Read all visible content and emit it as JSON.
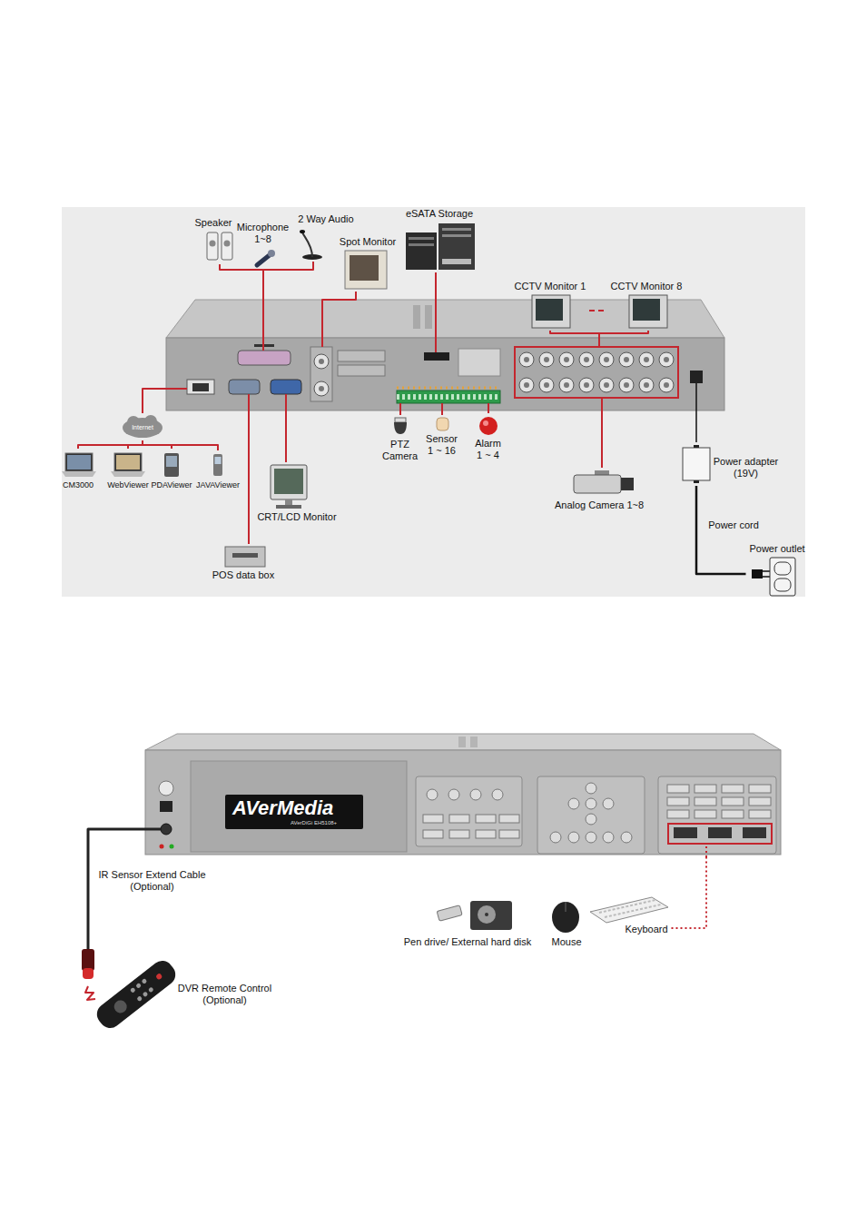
{
  "diagram": {
    "nodes": [
      {
        "text": [
          "Speaker"
        ]
      },
      {
        "text": [
          "Microphone 1~8"
        ]
      },
      {
        "text": [
          "2 Way Audio"
        ]
      },
      {
        "text": [
          "eSATA Storage"
        ]
      },
      {
        "text": [
          "Spot Monitor"
        ]
      },
      {
        "text": [
          "CCTV Monitor 1"
        ]
      },
      {
        "text": [
          "CCTV Monitor 8"
        ]
      },
      {
        "text": []
      },
      {
        "text": [
          "Internet"
        ]
      },
      {
        "text": [
          "PTZ Camera"
        ]
      },
      {
        "text": [
          "Sensor 1 ~ 16"
        ]
      },
      {
        "text": [
          "Alarm 1 ~ 4"
        ]
      },
      {
        "text": [
          "Power adapter (19V)"
        ]
      },
      {
        "text": [
          "CM3000"
        ]
      },
      {
        "text": [
          "WebViewer"
        ]
      },
      {
        "text": [
          "PDAViewer"
        ]
      },
      {
        "text": [
          "JAVAViewer"
        ]
      },
      {
        "text": [
          "CRT/LCD Monitor"
        ]
      },
      {
        "text": [
          "Analog Camera 1~8"
        ]
      },
      {
        "text": [
          "Power outlet"
        ]
      },
      {
        "text": [
          "POS data box"
        ]
      },
      {
        "text": [
          "AVerMedia",
          "AVerDiGi EH5108+"
        ]
      },
      {
        "text": [
          "IR Sensor Extend Cable (Optional)"
        ]
      },
      {
        "text": [
          "Pen drive/ External hard disk"
        ]
      },
      {
        "text": [
          "Mouse"
        ]
      },
      {
        "text": [
          "Keyboard"
        ]
      },
      {
        "text": [
          "DVR Remote Control (Optional)"
        ]
      }
    ],
    "edges": [
      {
        "from": 0,
        "to": 7,
        "arrow": "none"
      },
      {
        "from": 1,
        "to": 7,
        "arrow": "none"
      },
      {
        "from": 2,
        "to": 7,
        "arrow": "none"
      },
      {
        "from": 3,
        "to": 7,
        "arrow": "none"
      },
      {
        "from": 4,
        "to": 7,
        "arrow": "none"
      },
      {
        "from": 5,
        "to": 6,
        "arrow": "none"
      },
      {
        "from": 5,
        "to": 7,
        "arrow": "none"
      },
      {
        "from": 6,
        "to": 7,
        "arrow": "none"
      },
      {
        "from": 7,
        "to": 8,
        "arrow": "none"
      },
      {
        "from": 8,
        "to": 13,
        "arrow": "none"
      },
      {
        "from": 8,
        "to": 14,
        "arrow": "none"
      },
      {
        "from": 8,
        "to": 15,
        "arrow": "none"
      },
      {
        "from": 8,
        "to": 16,
        "arrow": "none"
      },
      {
        "from": 7,
        "to": 9,
        "arrow": "none"
      },
      {
        "from": 7,
        "to": 10,
        "arrow": "none"
      },
      {
        "from": 7,
        "to": 11,
        "arrow": "none"
      },
      {
        "from": 7,
        "to": 12,
        "arrow": "none"
      },
      {
        "from": 12,
        "to": 19,
        "label": "Power cord",
        "arrow": "none"
      },
      {
        "from": 7,
        "to": 17,
        "arrow": "none"
      },
      {
        "from": 7,
        "to": 18,
        "arrow": "none"
      },
      {
        "from": 7,
        "to": 20,
        "arrow": "none"
      },
      {
        "from": 21,
        "to": 22,
        "arrow": "none"
      },
      {
        "from": 26,
        "to": 22,
        "arrow": "none"
      },
      {
        "from": 25,
        "to": 21,
        "arrow": "none"
      }
    ]
  }
}
